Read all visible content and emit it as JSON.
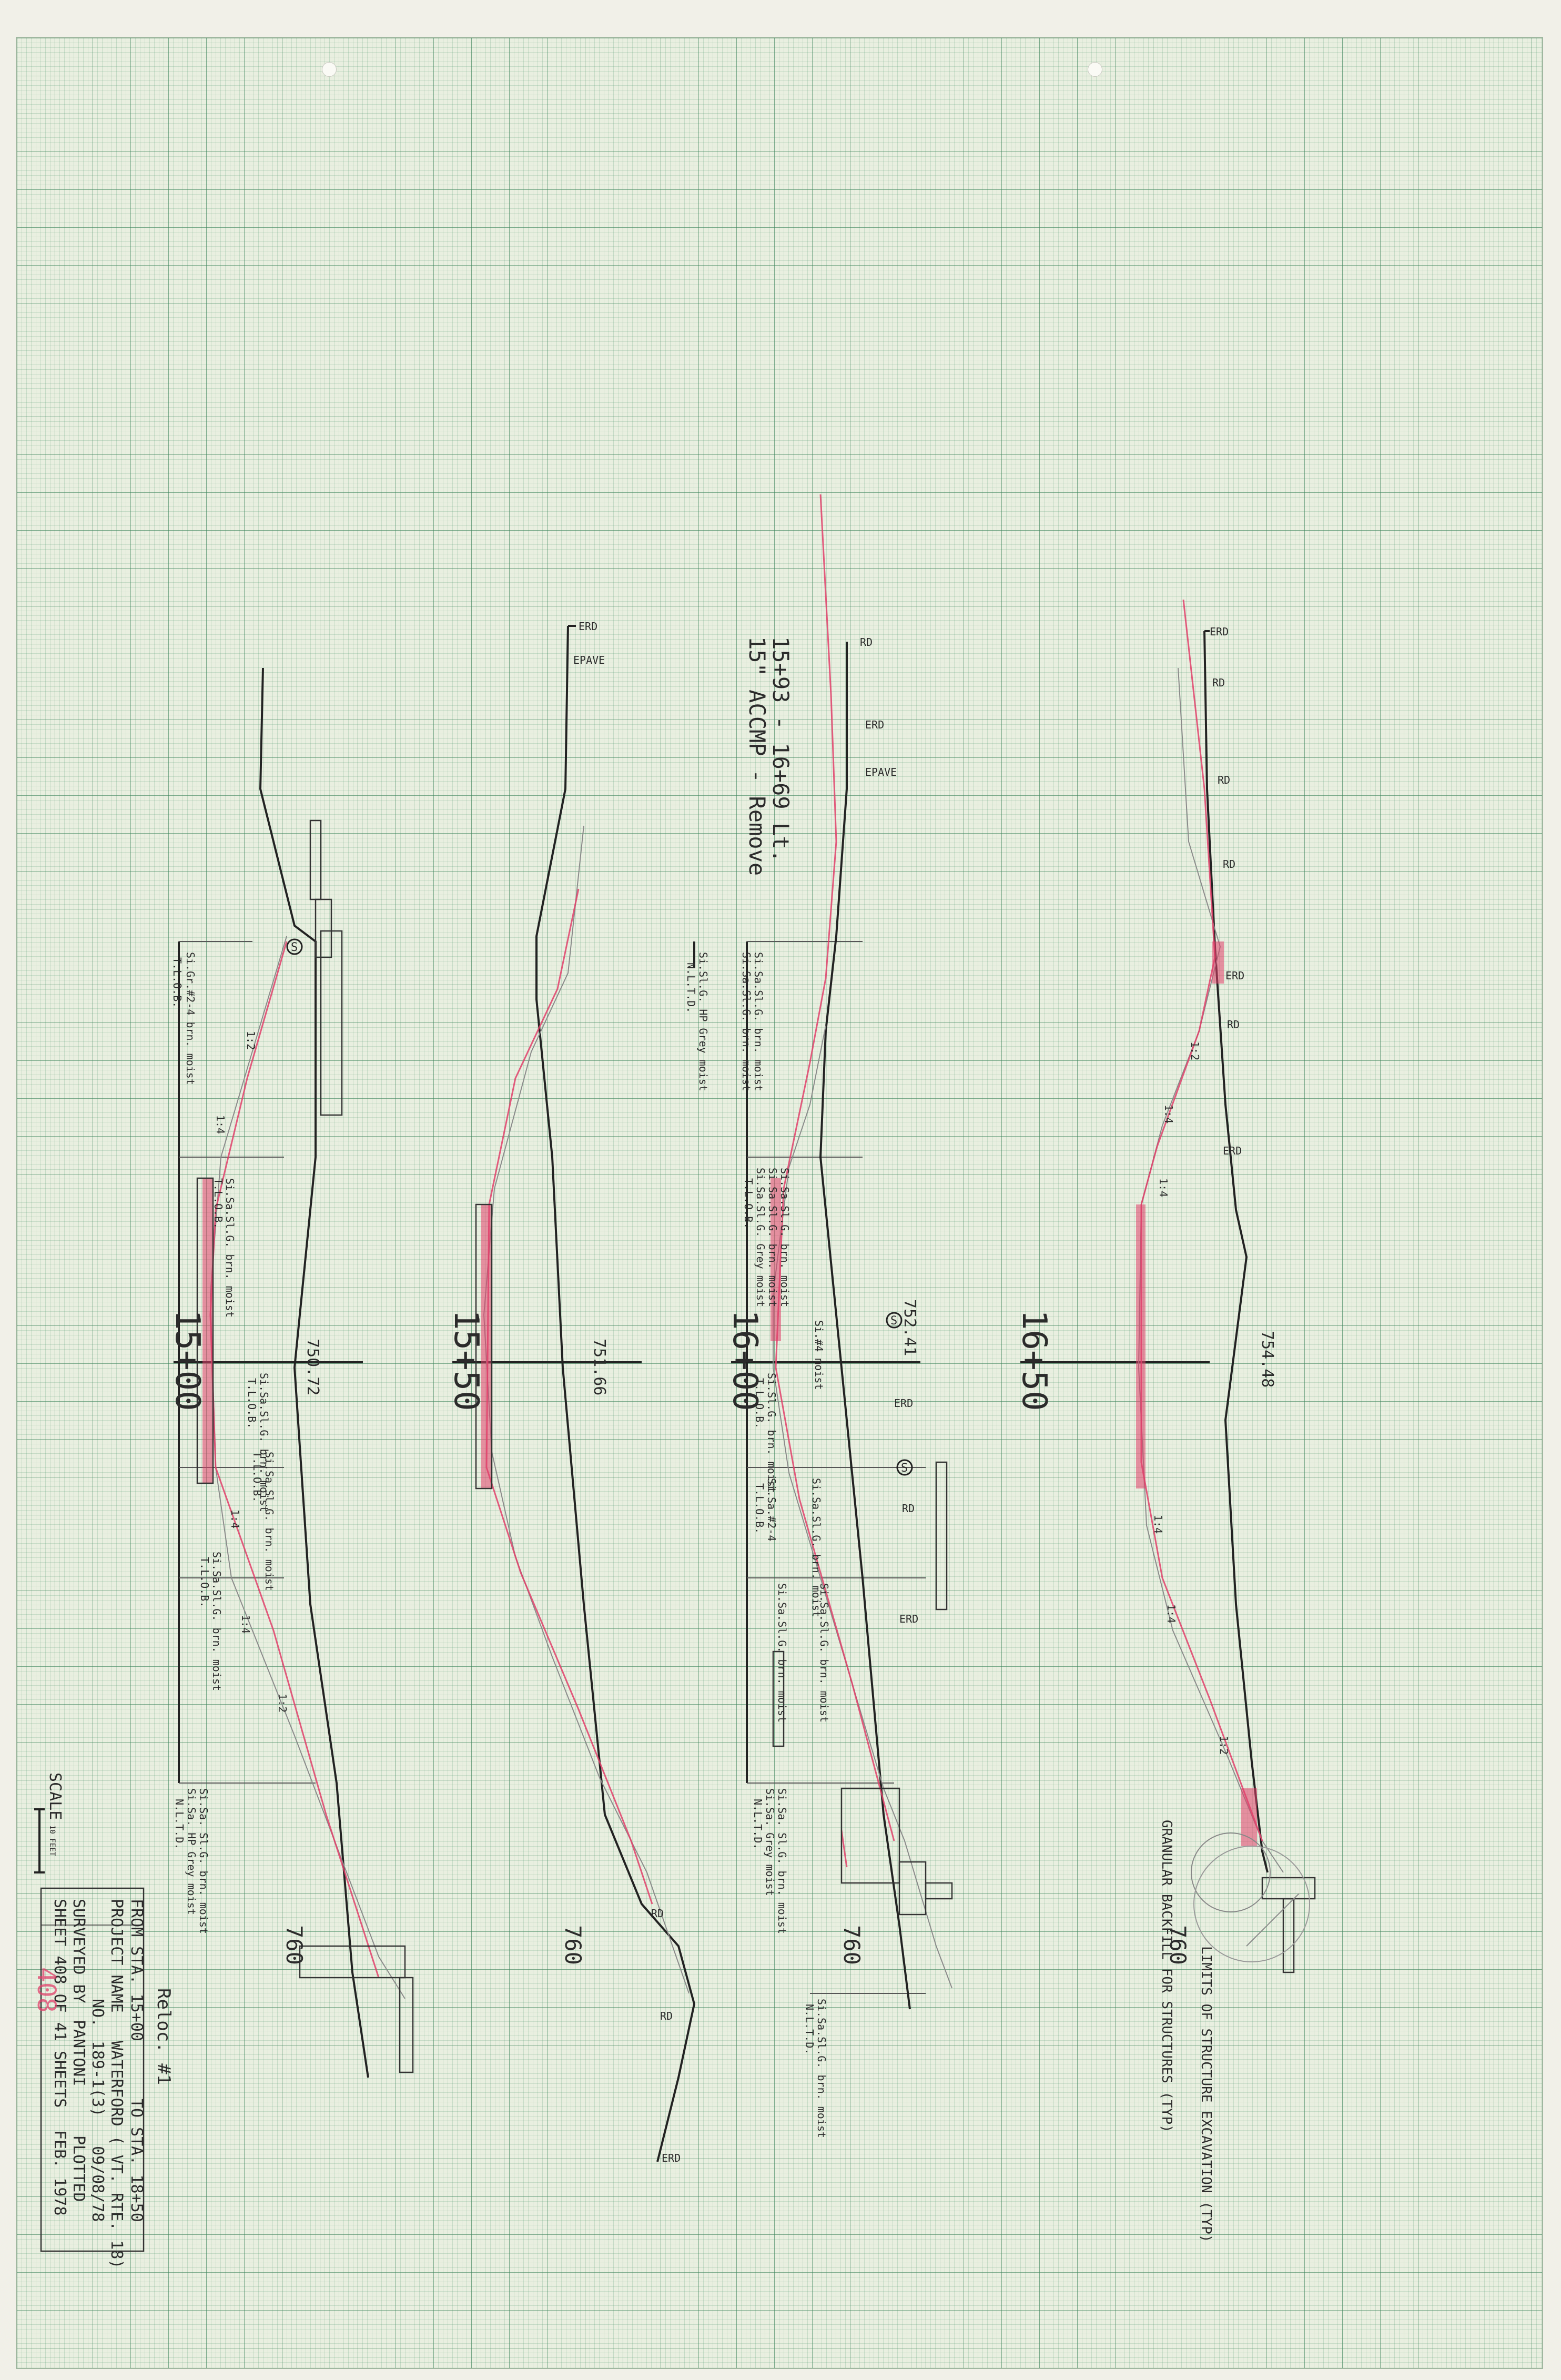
{
  "sheet": {
    "colors": {
      "paper": "#e9efe0",
      "grid": "#3c825a",
      "ink": "#222222",
      "red_pencil": "#e0406a"
    }
  },
  "sections": [
    {
      "station": "15+00",
      "elevation_top": "750.72",
      "elevation_bottom": "760",
      "soil_notes": [
        "Si.Gr.#2-4 brn. moist",
        "T.L.O.B.",
        "Si.Sa.Sl.G. brn. moist",
        "T.L.O.B.",
        "Si.Sa.Sl.G. brn. moist",
        "T.L.O.B.",
        "Si.Sa.Sl.G. brn. moist",
        "T.L.O.B.",
        "Si.Sa.Sl.G. brn. moist",
        "T.L.O.B.",
        "Si.Sa. Sl.G. brn. moist",
        "Si.Sa. HP Grey moist",
        "N.L.T.D."
      ],
      "slopes": [
        "1:2",
        "1:4",
        "1:4",
        "1:4",
        "1:2"
      ],
      "markers": [
        "S"
      ]
    },
    {
      "station": "15+50",
      "elevation_top": "751.66",
      "elevation_bottom": "760",
      "line_labels": [
        "ERD",
        "EPAVE",
        "RD",
        "RD",
        "ERD"
      ]
    },
    {
      "station": "16+00",
      "elevation_top": "752.41",
      "elevation_bottom": "760",
      "title": "15+93 - 16+69 Lt.",
      "subtitle": "15\" ACCMP - Remove",
      "line_labels": [
        "RD",
        "ERD",
        "EPAVE",
        "ERD",
        "RD",
        "ERD"
      ],
      "soil_notes": [
        "Si.Sa.Sl.G. brn. moist",
        "Si.Sa.Sl.G. brn. moist",
        "Si.Sl.G. HP Grey moist",
        "N.L.T.D.",
        "Si.Sa.Sl.G. brn. moist",
        "Si.Sa.Sl.G. brn. moist",
        "Si.Sa.Sl.G. Grey moist",
        "T.L.O.B.",
        "Si.#4 moist",
        "Si.Sl.G. brn. moist",
        "T.L.O.B.",
        "Si.Sa.Sl.G. brn. moist",
        "Si.Sa.#2-4",
        "T.L.O.B.",
        "Si.Sa.Sl.G. brn. moist",
        "Si.Sa.Sl.G. brn. moist",
        "Si.Sa. Sl.G. brn. moist",
        "Si.Sa. Grey moist",
        "N.L.T.D.",
        "Si.Sa.Sl.G. brn. moist",
        "N.L.T.D."
      ],
      "markers": [
        "S",
        "S"
      ]
    },
    {
      "station": "16+50",
      "elevation_top": "754.48",
      "elevation_bottom": "760",
      "line_labels": [
        "ERD",
        "RD",
        "RD",
        "RD",
        "ERD",
        "RD",
        "ERD"
      ],
      "slopes": [
        "1:2",
        "1:4",
        "1:4",
        "1:4",
        "1:4",
        "1:2"
      ],
      "notes": [
        "GRANULAR BACKFILL FOR STRUCTURES (TYP)",
        "LIMITS OF STRUCTURE EXCAVATION (TYP)"
      ]
    }
  ],
  "scale": {
    "label": "SCALE",
    "value": "10 FEET"
  },
  "title_block": {
    "from_label": "FROM STA. 15+00",
    "to_label": "TO STA. 18+50",
    "project_name_label": "PROJECT NAME",
    "project_name": "WATERFORD ( VT. RTE. 18)",
    "no_label": "NO.",
    "no_value": "189-1(3)",
    "surveyed_by_label": "SURVEYED BY",
    "surveyed_by": "PANTONI",
    "plotted_label": "PLOTTED",
    "plotted": "09/08/78",
    "sheet_label": "SHEET 408 OF 41 SHEETS",
    "date": "FEB. 1978",
    "relocation": "Reloc. #1",
    "red_sheet_number": "408"
  }
}
